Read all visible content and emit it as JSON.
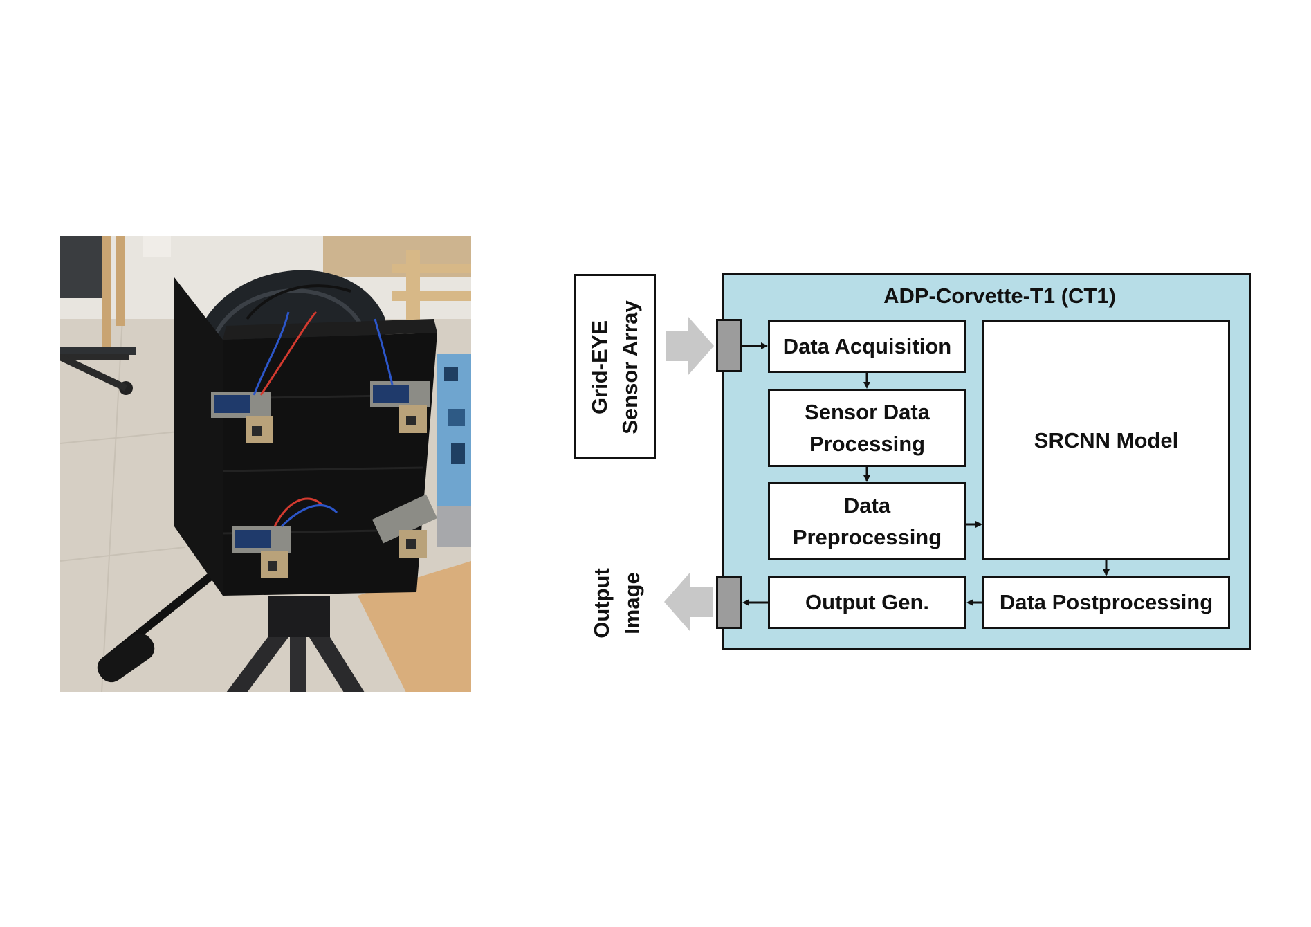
{
  "diagram": {
    "input_label": "Grid-EYE\nSensor Array",
    "system_title": "ADP-Corvette-T1 (CT1)",
    "blocks": {
      "acquisition": "Data Acquisition",
      "sensor_processing": "Sensor Data\nProcessing",
      "preprocessing": "Data\nPreprocessing",
      "model": "SRCNN Model",
      "output_gen": "Output Gen.",
      "postprocessing": "Data Postprocessing"
    },
    "output_label": "Output\nImage"
  },
  "colors": {
    "panel_fill": "#b7dde7",
    "port_fill": "#9c9c9c",
    "arrow_gray": "#c8c8c8",
    "stroke": "#111111"
  }
}
